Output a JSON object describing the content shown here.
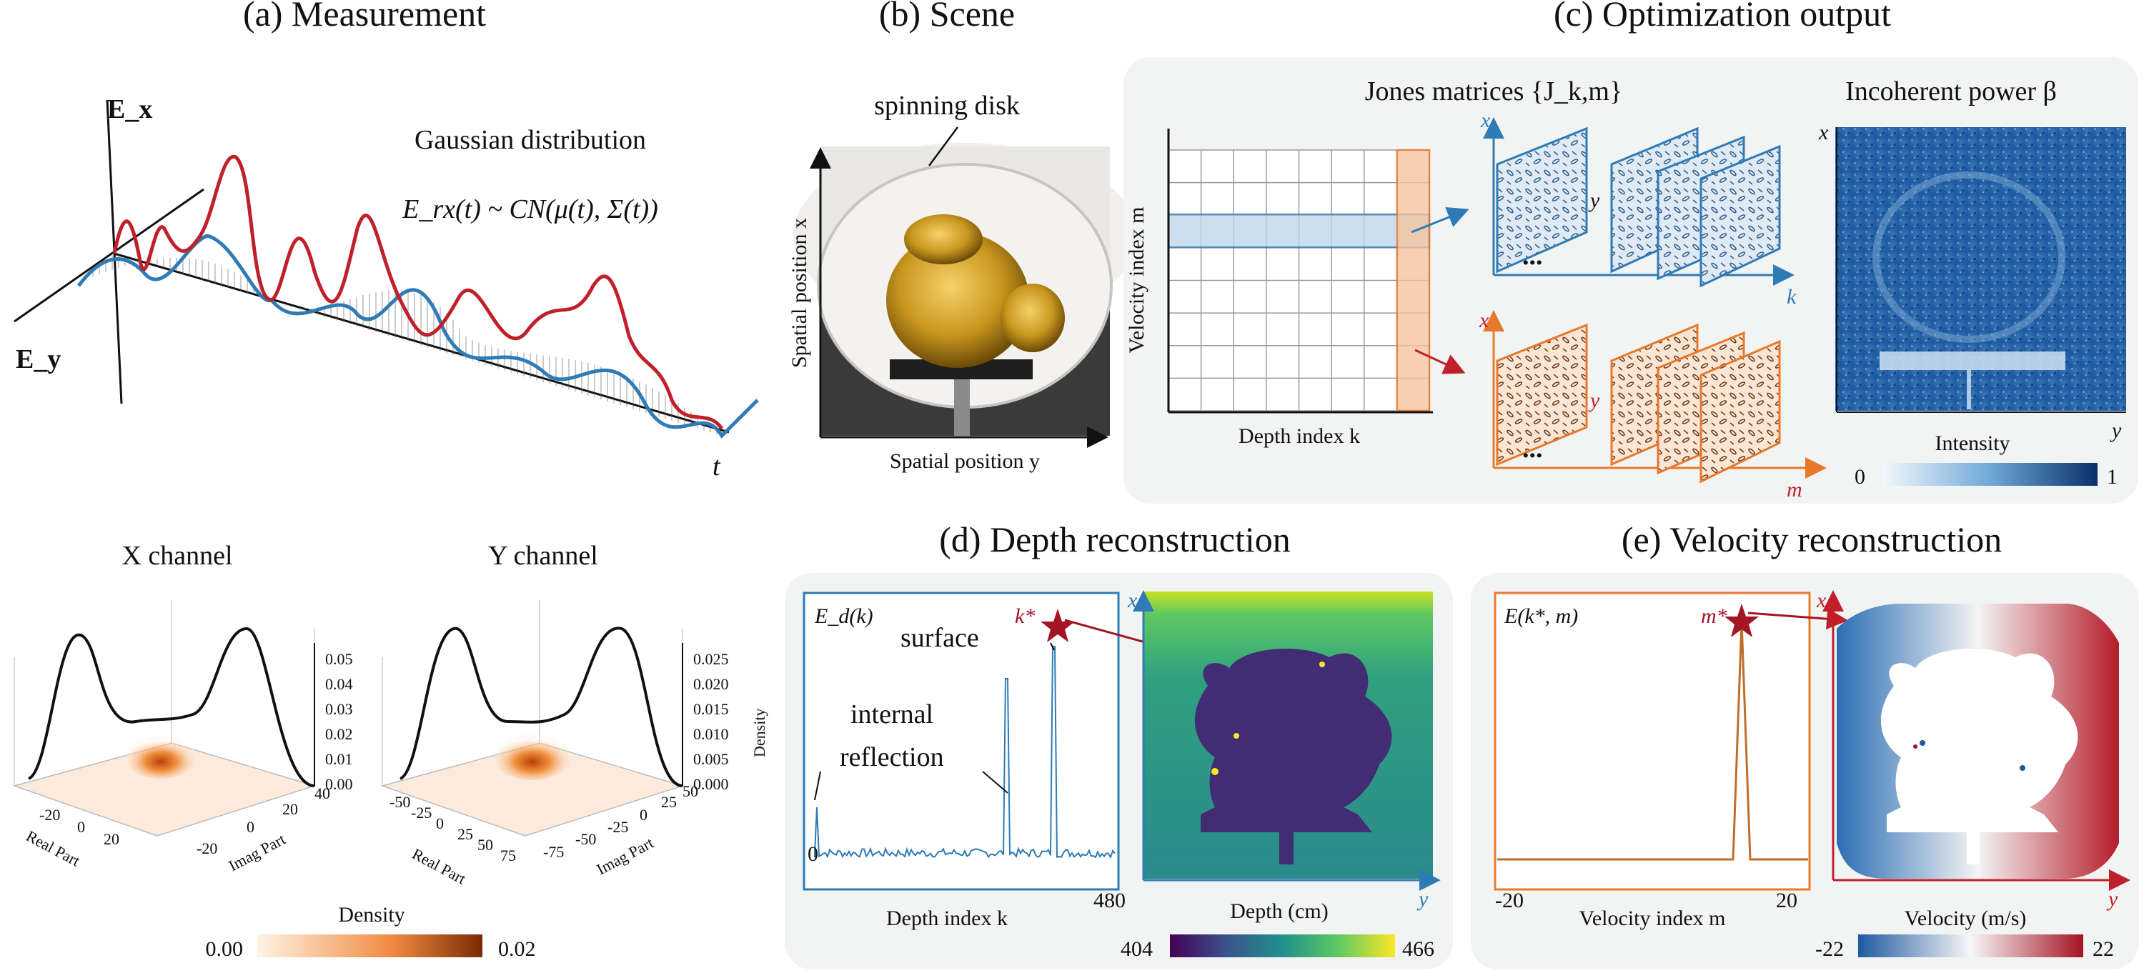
{
  "panels": {
    "a_title": "(a) Measurement",
    "b_title": "(b) Scene",
    "c_title": "(c) Optimization output",
    "d_title": "(d) Depth reconstruction",
    "e_title": "(e) Velocity reconstruction"
  },
  "measurement": {
    "ex_label": "E_x",
    "ey_label": "E_y",
    "t_label": "t",
    "gauss_title": "Gaussian distribution",
    "gauss_formula": "E_rx(t) ~ CN(μ(t), Σ(t))",
    "x_channel": "X channel",
    "y_channel": "Y channel",
    "x_axes": {
      "real": "Real Part",
      "imag": "Imag Part",
      "real_ticks": [
        "-20",
        "0",
        "20"
      ],
      "imag_ticks": [
        "-20",
        "0",
        "20",
        "40"
      ],
      "z_ticks": [
        "0.00",
        "0.01",
        "0.02",
        "0.03",
        "0.04",
        "0.05"
      ]
    },
    "y_axes": {
      "real": "Real Part",
      "imag": "Imag Part",
      "real_ticks": [
        "-50",
        "-25",
        "0",
        "25",
        "50",
        "75"
      ],
      "imag_ticks": [
        "-75",
        "-50",
        "-25",
        "0",
        "25",
        "50"
      ],
      "z_ticks": [
        "0.000",
        "0.005",
        "0.010",
        "0.015",
        "0.020",
        "0.025"
      ],
      "z_label": "Density"
    },
    "colorbar_label": "Density",
    "colorbar_min": "0.00",
    "colorbar_max": "0.02"
  },
  "scene": {
    "annotation": "spinning disk",
    "x_axis": "Spatial position y",
    "y_axis": "Spatial position x"
  },
  "optimization": {
    "jones_title": "Jones matrices {J_k,m}",
    "grid_ylabel": "Velocity index m",
    "grid_xlabel": "Depth index k",
    "axis_x": "x",
    "axis_y": "y",
    "axis_k": "k",
    "axis_m": "m",
    "ellipsis": "...",
    "incoherent_title": "Incoherent power β",
    "intensity_label": "Intensity",
    "intensity_min": "0",
    "intensity_max": "1"
  },
  "depth": {
    "ylabel": "E_d(k)",
    "kstar": "k*",
    "surface": "surface",
    "internal": "internal",
    "reflection": "reflection",
    "zero": "0",
    "xlabel": "Depth index k",
    "xmax": "480",
    "map_label": "Depth (cm)",
    "map_min": "404",
    "map_max": "466",
    "axis_x": "x",
    "axis_y": "y"
  },
  "velocity": {
    "ylabel": "E(k*, m)",
    "mstar": "m*",
    "xmin": "-20",
    "xmax": "20",
    "xlabel": "Velocity index m",
    "map_label": "Velocity (m/s)",
    "map_min": "-22",
    "map_max": "22",
    "axis_x": "x",
    "axis_y": "y"
  },
  "colors": {
    "blue": "#2f7bb6",
    "orange": "#e8782a",
    "red": "#c0202a",
    "panel_bg": "#f2f4f3"
  }
}
